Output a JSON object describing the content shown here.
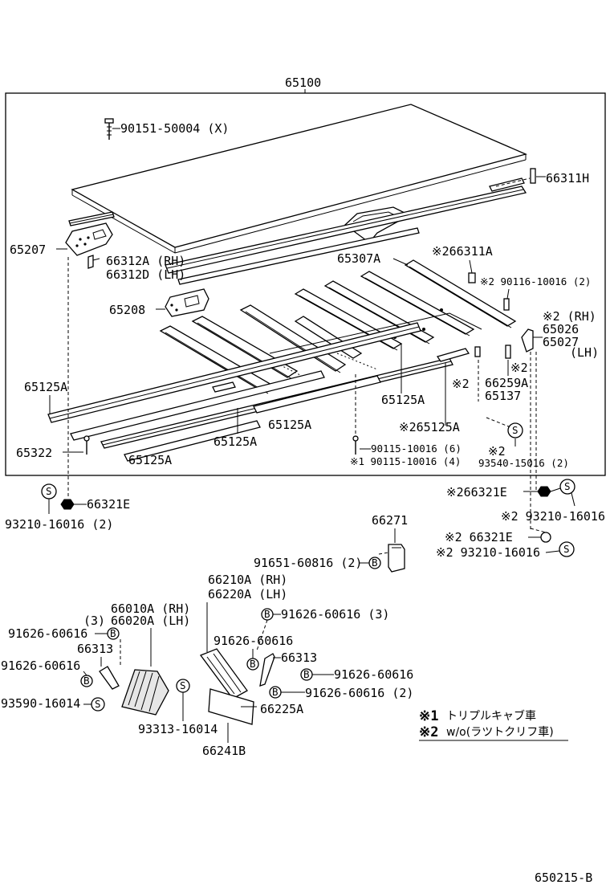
{
  "assembly_label": "65100",
  "drawing_number": "650215-B",
  "symbols": {
    "S": "S",
    "B": "B"
  },
  "notes": [
    {
      "mark": "※1",
      "text": "トリプルキャブ車"
    },
    {
      "mark": "※2",
      "text": "w/o(ラツトクリフ車)"
    }
  ],
  "labels": {
    "bolt_90151": "90151-50004 (X)",
    "p66311H": "66311H",
    "p65207": "65207",
    "p66312A": "66312A (RH)",
    "p66312D": "66312D (LH)",
    "p65307A": "65307A",
    "p66311A": "※266311A",
    "p90116": "※2 90116-10016 (2)",
    "p65208": "65208",
    "p65026_rh": "※2  (RH)",
    "p65026": "65026",
    "p65027": "65027",
    "p65027_lh": "(LH)",
    "mark2_a": "※2",
    "p66259A": "66259A",
    "p65125A_1": "65125A",
    "mark2_b": "※2",
    "p65137": "65137",
    "p65125A_2": "65125A",
    "p65125A_3": "65125A",
    "p65125A_4": "※265125A",
    "p65322": "65322",
    "p65125A_5": "65125A",
    "p65125A_6": "65125A",
    "p90115_6": "90115-10016 (6)",
    "p90115_4": "※1 90115-10016 (4)",
    "mark2_c": "※2",
    "p93540": "93540-15016 (2)",
    "p66321E_l": "66321E",
    "p93210_l": "93210-16016 (2)",
    "p66321E_r": "※266321E",
    "p93210_r1": "※2 93210-16016",
    "p66271": "66271",
    "p66321E_r2": "※2 66321E",
    "p91651": "91651-60816 (2)",
    "p93210_r2": "※2 93210-16016",
    "p66210A": "66210A (RH)",
    "p66220A": "66220A (LH)",
    "p66010A": "66010A (RH)",
    "p66020A": "66020A (LH)",
    "qty3": "(3)",
    "p91626_a": "91626-60616",
    "p91626_b": "91626-60616 (3)",
    "p66313_l": "66313",
    "p91626_c": "91626-60616",
    "p91626_d": "91626-60616",
    "p66313_r": "66313",
    "p91626_e": "91626-60616",
    "p93590": "93590-16014",
    "p91626_f": "91626-60616 (2)",
    "p66225A": "66225A",
    "p93313": "93313-16014",
    "p66241B": "66241B"
  }
}
